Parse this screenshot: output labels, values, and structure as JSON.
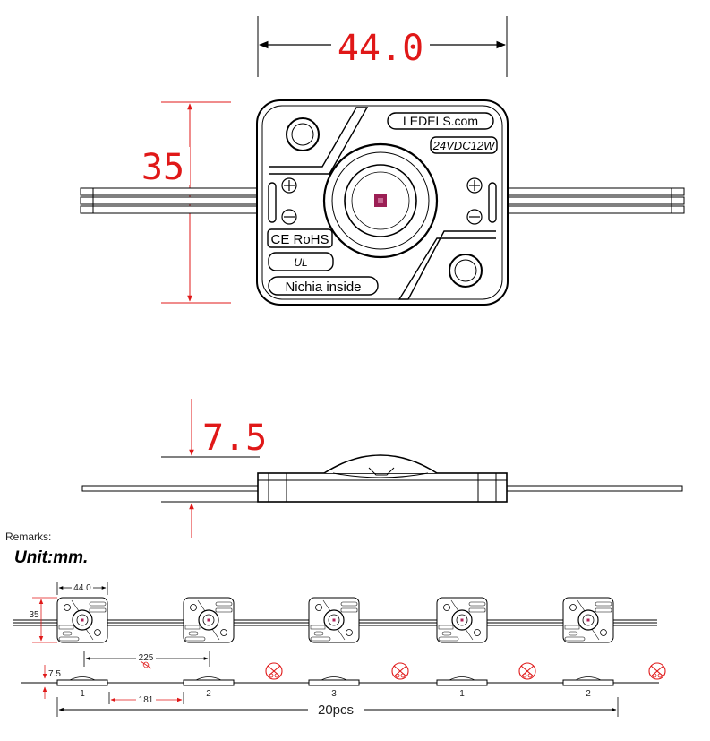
{
  "top_view": {
    "width_label": "44.0",
    "height_label": "35",
    "brand_label": "LEDELS.com",
    "rating_label": "24VDC12W",
    "cert_label": "CE RoHS",
    "ul_label": "UL",
    "chip_label": "Nichia  inside"
  },
  "side_view": {
    "thickness_label": "7.5"
  },
  "remarks": {
    "label": "Remarks:",
    "unit_label": "Unit:mm."
  },
  "chain": {
    "width_label": "44.0",
    "height_label": "35",
    "pitch_label": "225",
    "thickness_label": "7.5",
    "gap_label": "181",
    "module_numbers": [
      "1",
      "2",
      "3",
      "1",
      "2"
    ],
    "total_label": "20pcs"
  },
  "colors": {
    "dimension": "#e01818",
    "outline": "#000000",
    "no_cut_mark": "#e01818"
  },
  "icons": [
    "screw-hole-icon",
    "plus-terminal-icon",
    "minus-terminal-icon",
    "scissors-icon",
    "no-cut-icon"
  ]
}
